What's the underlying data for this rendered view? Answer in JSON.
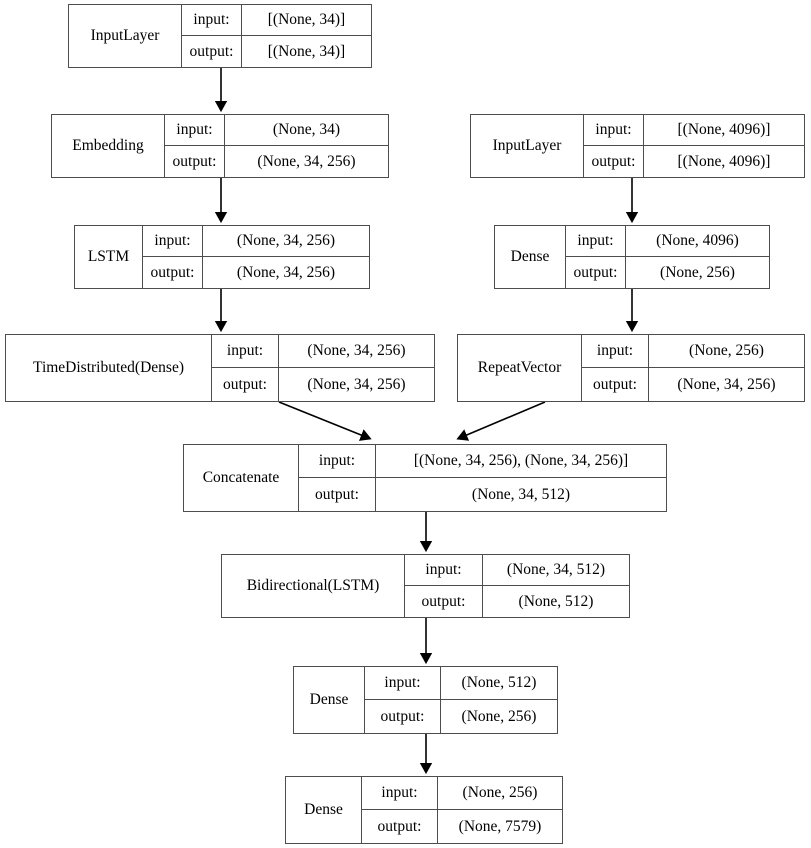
{
  "diagram": {
    "type": "keras-model-plot",
    "title": "",
    "io_keys": {
      "input": "input:",
      "output": "output:"
    },
    "colors": {
      "border": "#4d4d4d",
      "background": "#ffffff",
      "text": "#000000",
      "edge": "#000000"
    },
    "nodes": [
      {
        "id": "input-text",
        "label": "InputLayer",
        "input": "[(None, 34)]",
        "output": "[(None, 34)]"
      },
      {
        "id": "embedding",
        "label": "Embedding",
        "input": "(None, 34)",
        "output": "(None, 34, 256)"
      },
      {
        "id": "lstm",
        "label": "LSTM",
        "input": "(None, 34, 256)",
        "output": "(None, 34, 256)"
      },
      {
        "id": "timedistributed",
        "label": "TimeDistributed(Dense)",
        "input": "(None, 34, 256)",
        "output": "(None, 34, 256)"
      },
      {
        "id": "input-image",
        "label": "InputLayer",
        "input": "[(None, 4096)]",
        "output": "[(None, 4096)]"
      },
      {
        "id": "dense-img",
        "label": "Dense",
        "input": "(None, 4096)",
        "output": "(None, 256)"
      },
      {
        "id": "repeatvector",
        "label": "RepeatVector",
        "input": "(None, 256)",
        "output": "(None, 34, 256)"
      },
      {
        "id": "concatenate",
        "label": "Concatenate",
        "input": "[(None, 34, 256), (None, 34, 256)]",
        "output": "(None, 34, 512)"
      },
      {
        "id": "bilstm",
        "label": "Bidirectional(LSTM)",
        "input": "(None, 34, 512)",
        "output": "(None, 512)"
      },
      {
        "id": "dense-1",
        "label": "Dense",
        "input": "(None, 512)",
        "output": "(None, 256)"
      },
      {
        "id": "dense-out",
        "label": "Dense",
        "input": "(None, 256)",
        "output": "(None, 7579)"
      }
    ],
    "edges": [
      {
        "from": "input-text",
        "to": "embedding"
      },
      {
        "from": "embedding",
        "to": "lstm"
      },
      {
        "from": "lstm",
        "to": "timedistributed"
      },
      {
        "from": "input-image",
        "to": "dense-img"
      },
      {
        "from": "dense-img",
        "to": "repeatvector"
      },
      {
        "from": "timedistributed",
        "to": "concatenate"
      },
      {
        "from": "repeatvector",
        "to": "concatenate"
      },
      {
        "from": "concatenate",
        "to": "bilstm"
      },
      {
        "from": "bilstm",
        "to": "dense-1"
      },
      {
        "from": "dense-1",
        "to": "dense-out"
      }
    ]
  }
}
